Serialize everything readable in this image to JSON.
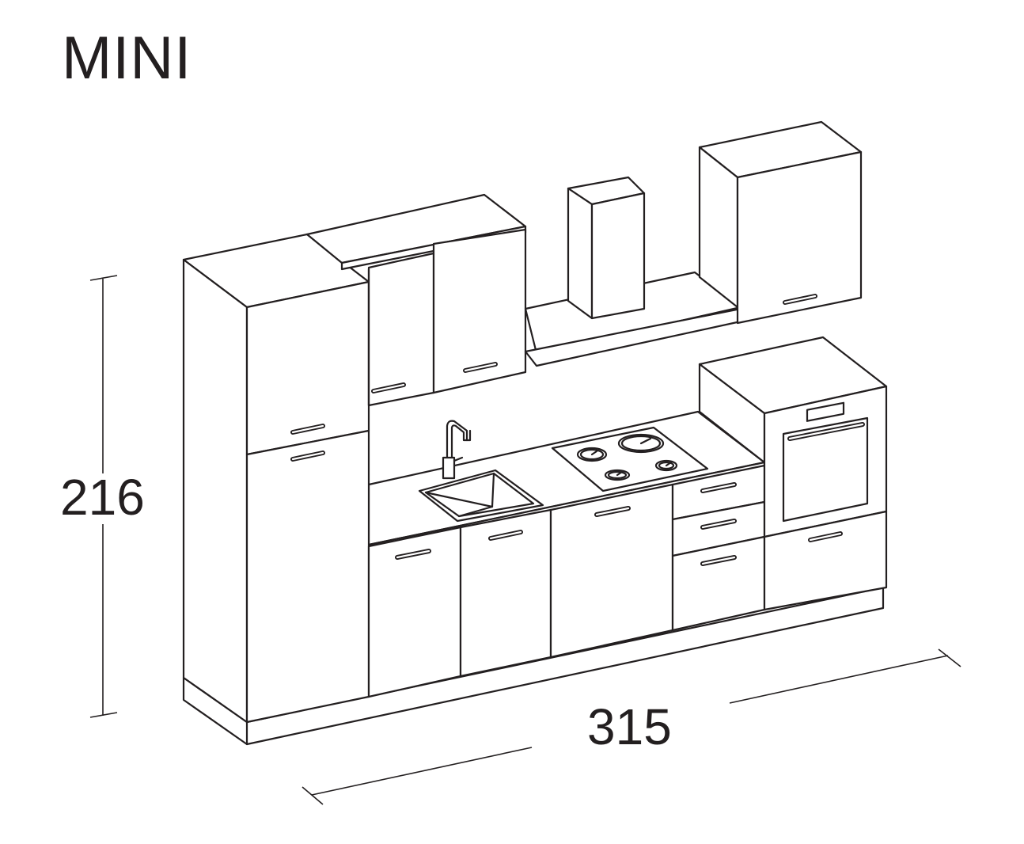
{
  "title": "MINI",
  "dimensions": {
    "height": "216",
    "width": "315"
  },
  "colors": {
    "line": "#231f20",
    "background": "#ffffff"
  }
}
